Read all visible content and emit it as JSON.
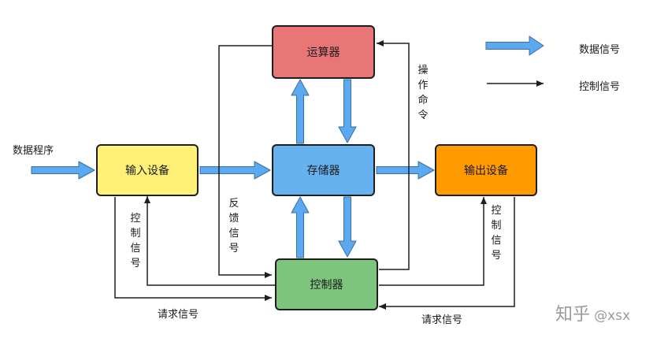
{
  "nodes": {
    "alu": {
      "label": "运算器",
      "fill": "#E87676"
    },
    "memory": {
      "label": "存储器",
      "fill": "#66B2F0"
    },
    "input": {
      "label": "输入设备",
      "fill": "#FFF177"
    },
    "output": {
      "label": "输出设备",
      "fill": "#FF9A00"
    },
    "controller": {
      "label": "控制器",
      "fill": "#7DC47D"
    }
  },
  "labels": {
    "data_program": "数据程序",
    "op_command": "操作命令",
    "feedback": "反馈信号",
    "ctrl_left": "控制信号",
    "ctrl_right": "控制信号",
    "request_left": "请求信号",
    "request_right": "请求信号"
  },
  "legend": {
    "data_signal": "数据信号",
    "control_signal": "控制信号"
  },
  "watermark": {
    "brand": "知乎",
    "handle": "@xsx"
  },
  "colors": {
    "data_arrow": "#5BA9F0",
    "data_arrow_outline": "#3A6FA0",
    "control_line": "#1e1e1e"
  }
}
